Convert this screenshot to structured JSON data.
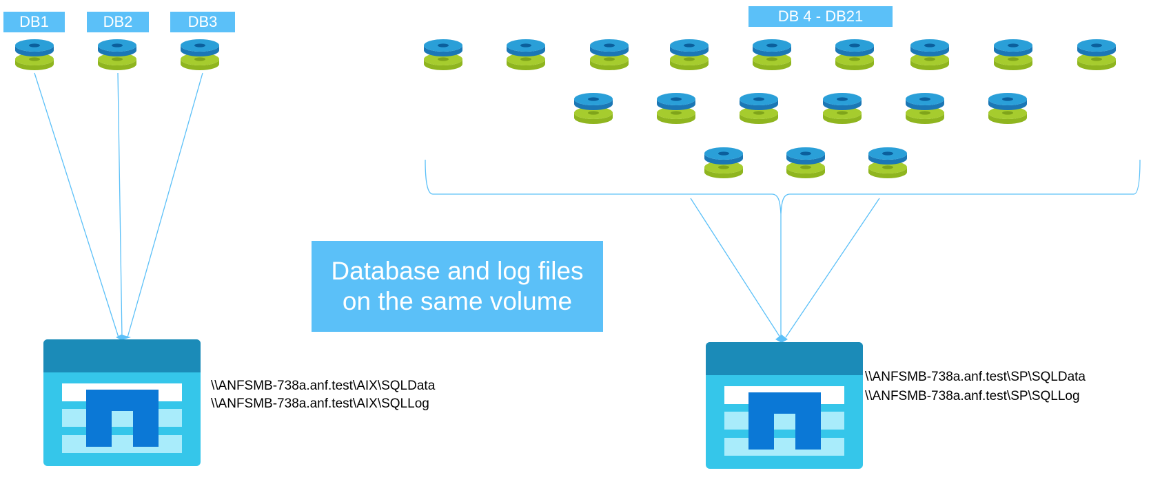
{
  "labels": {
    "db1": "DB1",
    "db2": "DB2",
    "db3": "DB3",
    "db_group": "DB 4 - DB21"
  },
  "callout": {
    "line1": "Database and log files",
    "line2": "on the same volume"
  },
  "left_volume": {
    "path_data": "\\\\ANFSMB-738a.anf.test\\AIX\\SQLData",
    "path_log": "\\\\ANFSMB-738a.anf.test\\AIX\\SQLLog"
  },
  "right_volume": {
    "path_data": "\\\\ANFSMB-738a.anf.test\\SP\\SQLData",
    "path_log": "\\\\ANFSMB-738a.anf.test\\SP\\SQLLog"
  },
  "colors": {
    "label_bg": "#5bc0f8",
    "line": "#5bc0f8",
    "disk_blue": "#2a9fd8",
    "disk_green": "#a6cc2e",
    "volume_header": "#1b8bb8",
    "volume_body": "#35c6ea",
    "netapp_blue": "#0b78d6"
  },
  "icons": {
    "disk": "database-disk-icon",
    "volume": "netapp-volume-icon"
  }
}
